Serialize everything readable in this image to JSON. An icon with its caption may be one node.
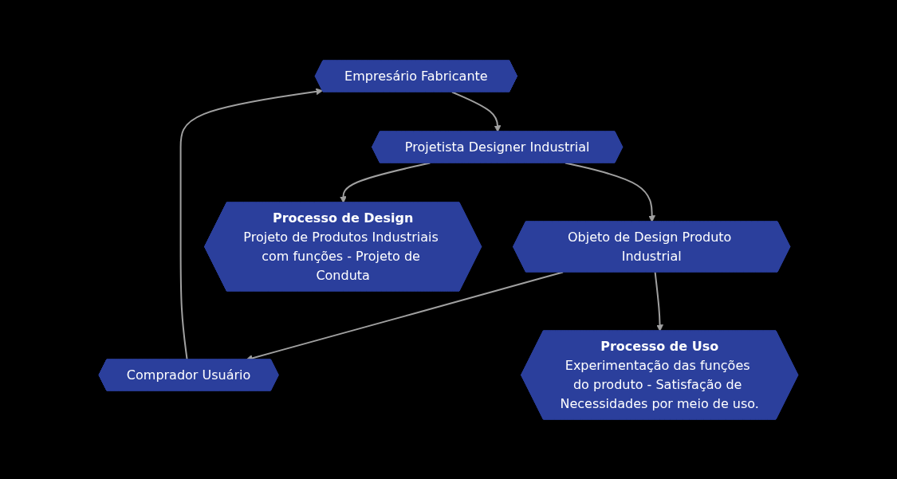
{
  "diagram": {
    "nodes": [
      {
        "text": [
          "Empresário Fabricante"
        ]
      },
      {
        "text": [
          "Projetista Designer Industrial"
        ]
      },
      {
        "text": [
          "Objeto de Design Produto Industrial"
        ]
      },
      {
        "text": [
          "Comprador Usuário"
        ]
      },
      {
        "text": [
          "Processo de Design",
          "Projeto de Produtos Industriais com funções - Projeto de Conduta"
        ]
      },
      {
        "text": [
          "Processo de Uso",
          "Experimentação das funções do produto - Satisfação de Necessidades por meio de uso."
        ]
      }
    ],
    "edges": [
      {
        "from": 0,
        "to": 1,
        "arrow": "to"
      },
      {
        "from": 1,
        "to": 2,
        "arrow": "to"
      },
      {
        "from": 1,
        "to": 4,
        "arrow": "to"
      },
      {
        "from": 2,
        "to": 3,
        "arrow": "to"
      },
      {
        "from": 2,
        "to": 5,
        "arrow": "to"
      },
      {
        "from": 3,
        "to": 0,
        "arrow": "to"
      }
    ]
  }
}
